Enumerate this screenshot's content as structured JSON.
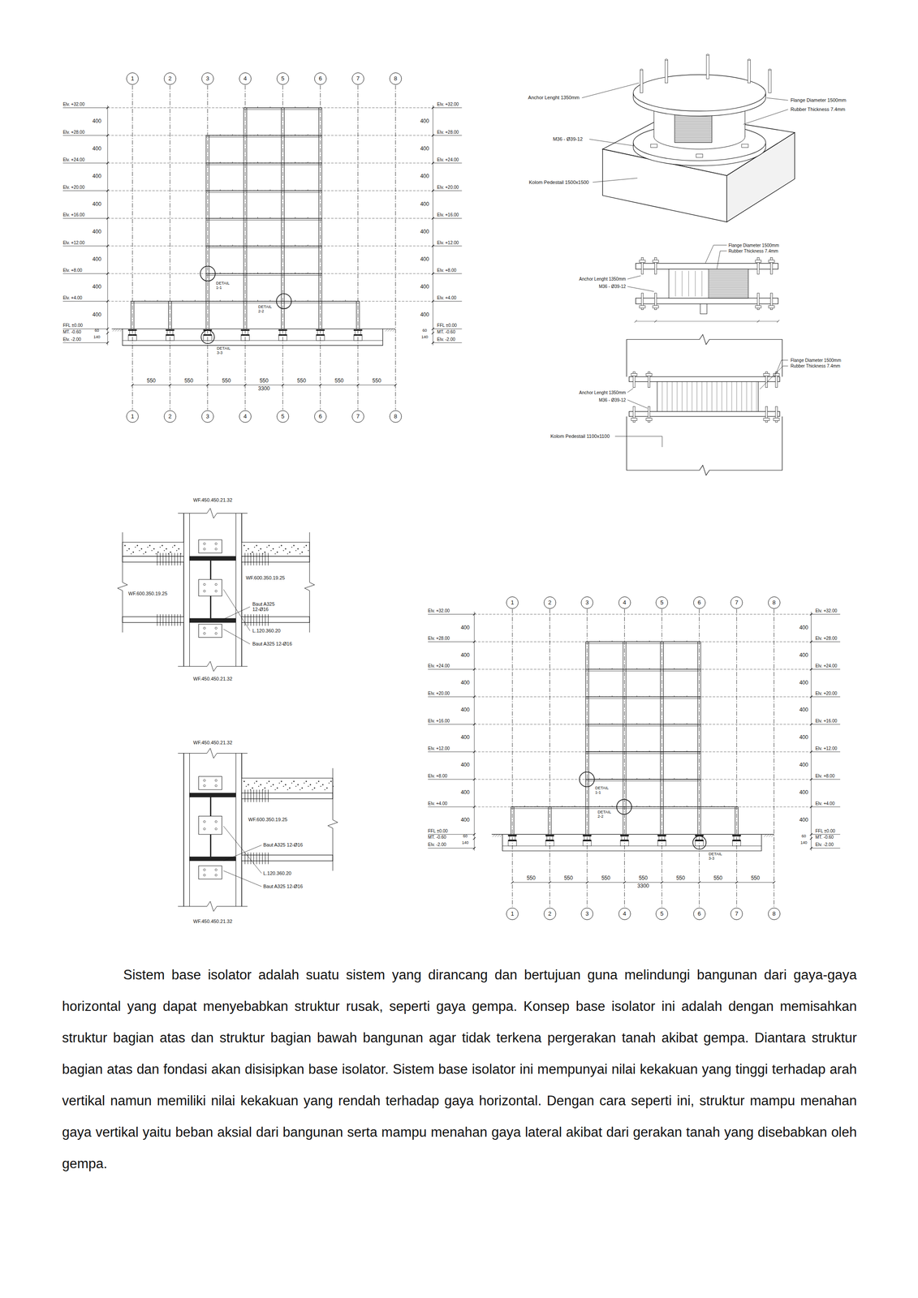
{
  "diagram": {
    "nodes": [
      {
        "text": [
          "1"
        ]
      },
      {
        "text": [
          "2"
        ]
      },
      {
        "text": [
          "3"
        ]
      },
      {
        "text": [
          "4"
        ]
      },
      {
        "text": [
          "5"
        ]
      },
      {
        "text": [
          "6"
        ]
      },
      {
        "text": [
          "7"
        ]
      },
      {
        "text": [
          "8"
        ]
      },
      {
        "text": [
          "1"
        ]
      },
      {
        "text": [
          "2"
        ]
      },
      {
        "text": [
          "3"
        ]
      },
      {
        "text": [
          "4"
        ]
      },
      {
        "text": [
          "5"
        ]
      },
      {
        "text": [
          "6"
        ]
      },
      {
        "text": [
          "7"
        ]
      },
      {
        "text": [
          "8"
        ]
      },
      {
        "text": [
          "1"
        ]
      },
      {
        "text": [
          "2"
        ]
      },
      {
        "text": [
          "3"
        ]
      },
      {
        "text": [
          "4"
        ]
      },
      {
        "text": [
          "5"
        ]
      },
      {
        "text": [
          "6"
        ]
      },
      {
        "text": [
          "7"
        ]
      },
      {
        "text": [
          "8"
        ]
      },
      {
        "text": [
          "1"
        ]
      },
      {
        "text": [
          "2"
        ]
      },
      {
        "text": [
          "3"
        ]
      },
      {
        "text": [
          "4"
        ]
      },
      {
        "text": [
          "5"
        ]
      },
      {
        "text": [
          "6"
        ]
      },
      {
        "text": [
          "7"
        ]
      },
      {
        "text": [
          "8"
        ]
      }
    ],
    "edges": [
      {
        "from": 0,
        "to": 8,
        "arrow": "none"
      },
      {
        "from": 1,
        "to": 9,
        "arrow": "none"
      },
      {
        "from": 2,
        "to": 10,
        "arrow": "none"
      },
      {
        "from": 3,
        "to": 11,
        "arrow": "none"
      },
      {
        "from": 4,
        "to": 12,
        "arrow": "none"
      },
      {
        "from": 5,
        "to": 13,
        "arrow": "none"
      },
      {
        "from": 6,
        "to": 14,
        "arrow": "none"
      },
      {
        "from": 7,
        "to": 15,
        "arrow": "none"
      },
      {
        "from": 16,
        "to": 24,
        "arrow": "none"
      },
      {
        "from": 17,
        "to": 25,
        "arrow": "none"
      },
      {
        "from": 18,
        "to": 26,
        "arrow": "none"
      },
      {
        "from": 19,
        "to": 27,
        "arrow": "none"
      },
      {
        "from": 20,
        "to": 28,
        "arrow": "none"
      },
      {
        "from": 21,
        "to": 29,
        "arrow": "none"
      },
      {
        "from": 22,
        "to": 30,
        "arrow": "none"
      },
      {
        "from": 23,
        "to": 31,
        "arrow": "none"
      }
    ],
    "labels": [
      "Elv. +32.00",
      "Elv. +28.00",
      "Elv. +24.00",
      "Elv. +20.00",
      "Elv. +16.00",
      "Elv. +12.00",
      "Elv. +8.00",
      "Elv. +4.00",
      "FFL ±0.00",
      "MT. -0.60",
      "Elv. -2.00",
      "400",
      "400",
      "400",
      "400",
      "400",
      "400",
      "400",
      "400",
      "60",
      "140",
      "400",
      "400",
      "400",
      "400",
      "400",
      "400",
      "400",
      "400",
      "60",
      "140",
      "Elv. +32.00",
      "Elv. +28.00",
      "Elv. +24.00",
      "Elv. +20.00",
      "Elv. +16.00",
      "Elv. +12.00",
      "Elv. +8.00",
      "Elv. +4.00",
      "FFL ±0.00",
      "MT. -0.60",
      "Elv. -2.00",
      "550",
      "550",
      "550",
      "550",
      "550",
      "550",
      "550",
      "3300",
      "DETAIL 1-1",
      "DETAIL 2-2",
      "DETAIL 3-3",
      "Anchor Lenght 1350mm",
      "M36 - Ø39-12",
      "Kolom Pedestail 1500x1500",
      "Flange Diameter 1500mm",
      "Rubber Thickness 7.4mm",
      "Flange Diameter 1500mm",
      "Rubber Thickness 7.4mm",
      "Anchor Lenght 1350mm",
      "M36 - Ø39-12",
      "Flange Diameter 1500mm",
      "Rubber Thickness 7.4mm",
      "Anchor Lenght 1350mm",
      "M36 - Ø39-12",
      "Kolom Pedestail 1100x1100",
      "WF.450.450.21.32",
      "WF.600.350.19.25",
      "WF.600.350.19.25",
      "Baut A325 12-Ø16",
      "L.120.360.20",
      "Baut A325 12-Ø16",
      "WF.450.450.21.32",
      "WF.450.450.21.32",
      "WF.600.350.19.25",
      "Baut A325 12-Ø16",
      "L.120.360.20",
      "Baut A325 12-Ø16",
      "WF.450.450.21.32",
      "Elv. +32.00",
      "Elv. +28.00",
      "Elv. +24.00",
      "Elv. +20.00",
      "Elv. +16.00",
      "Elv. +12.00",
      "Elv. +8.00",
      "Elv. +4.00",
      "FFL ±0.00",
      "MT. -0.60",
      "Elv. -2.00",
      "400",
      "400",
      "400",
      "400",
      "400",
      "400",
      "400",
      "400",
      "60",
      "140",
      "400",
      "400",
      "400",
      "400",
      "400",
      "400",
      "400",
      "400",
      "60",
      "140",
      "Elv. +32.00",
      "Elv. +28.00",
      "Elv. +24.00",
      "Elv. +20.00",
      "Elv. +16.00",
      "Elv. +12.00",
      "Elv. +8.00",
      "Elv. +4.00",
      "FFL ±0.00",
      "MT. -0.60",
      "Elv. -2.00",
      "550",
      "550",
      "550",
      "550",
      "550",
      "550",
      "550",
      "3300",
      "DETAIL 1-1",
      "DETAIL 2-2",
      "DETAIL 3-3",
      "Sistem base isolator adalah suatu sistem yang dirancang dan bertujuan guna melindungi bangunan dari gaya-gaya horizontal yang dapat menyebabkan struktur rusak, seperti gaya gempa. Konsep base isolator ini adalah dengan memisahkan struktur bagian atas dan struktur bagian bawah bangunan agar tidak terkena pergerakan tanah akibat gempa. Diantara struktur bagian atas dan fondasi akan disisipkan base isolator. Sistem base isolator ini mempunyai nilai kekakuan yang tinggi terhadap arah vertikal namun memiliki nilai kekakuan yang rendah terhadap gaya horizontal. Dengan cara seperti ini, struktur mampu menahan gaya vertikal yaitu beban aksial dari bangunan serta mampu menahan gaya lateral akibat dari gerakan tanah yang disebabkan oleh gempa."
    ]
  }
}
